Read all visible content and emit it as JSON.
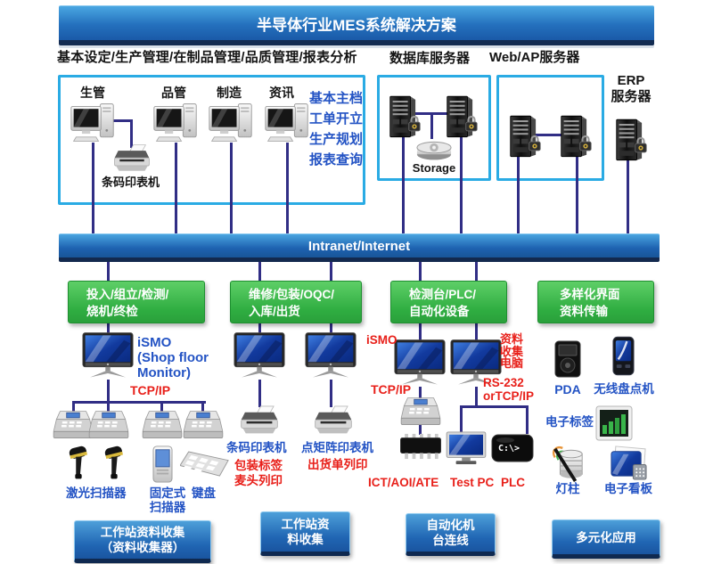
{
  "banner": {
    "title": "半导体行业MES系统解决方案"
  },
  "headers": {
    "modules": "基本设定/生产管理/在制品管理/品质管理/报表分析",
    "database": "数据库服务器",
    "webap": "Web/AP服务器",
    "erp": "ERP\n服务器"
  },
  "mes_box": {
    "stations": [
      "生管",
      "品管",
      "制造",
      "资讯"
    ],
    "printer": "条码印表机",
    "functions": "基本主档\n工单开立\n生产规划\n报表查询"
  },
  "db_box": {
    "storage": "Storage"
  },
  "backbone": {
    "label": "Intranet/Internet"
  },
  "green_boxes": [
    "投入/组立/检测/\n烧机/终检",
    "维修/包装/OQC/\n入库/出货",
    "检测台/PLC/\n自动化设备",
    "多样化界面\n资料传输"
  ],
  "col1": {
    "monitor_label": "iSMO\n(Shop floor\nMonitor)",
    "protocol": "TCP/IP",
    "laser_scanner": "激光扫描器",
    "fixed_scanner": "固定式\n扫描器",
    "keyboard": "键盘"
  },
  "col2": {
    "printer1": "条码印表机",
    "printer2": "点矩阵印表机",
    "note1": "包装标签\n麦头列印",
    "note2": "出货单列印"
  },
  "col3": {
    "ismo": "iSMO",
    "protocol1": "TCP/IP",
    "collector_pc": "资料\n收集\n电脑",
    "protocol2": "RS-232\norTCP/IP",
    "label_ict": "ICT/AOI/ATE",
    "label_testpc": "Test PC",
    "label_plc": "PLC",
    "plc_screen": "C:\\>"
  },
  "col4": {
    "pda": "PDA",
    "wireless": "无线盘点机",
    "elabel": "电子标签",
    "lightpole": "灯柱",
    "eboard": "电子看板"
  },
  "bottom_boxes": [
    "工作站资料收集\n（资料收集器）",
    "工作站资\n料收集",
    "自动化机\n台连线",
    "多元化应用"
  ],
  "colors": {
    "backbone_blue": "#1e62b0",
    "box_border_cyan": "#2aabe4",
    "green": "#3bb44c",
    "line_indigo": "#312e85",
    "label_blue": "#2353c4",
    "label_red": "#e8201a",
    "bottom_box_blue": "#2065b3"
  }
}
